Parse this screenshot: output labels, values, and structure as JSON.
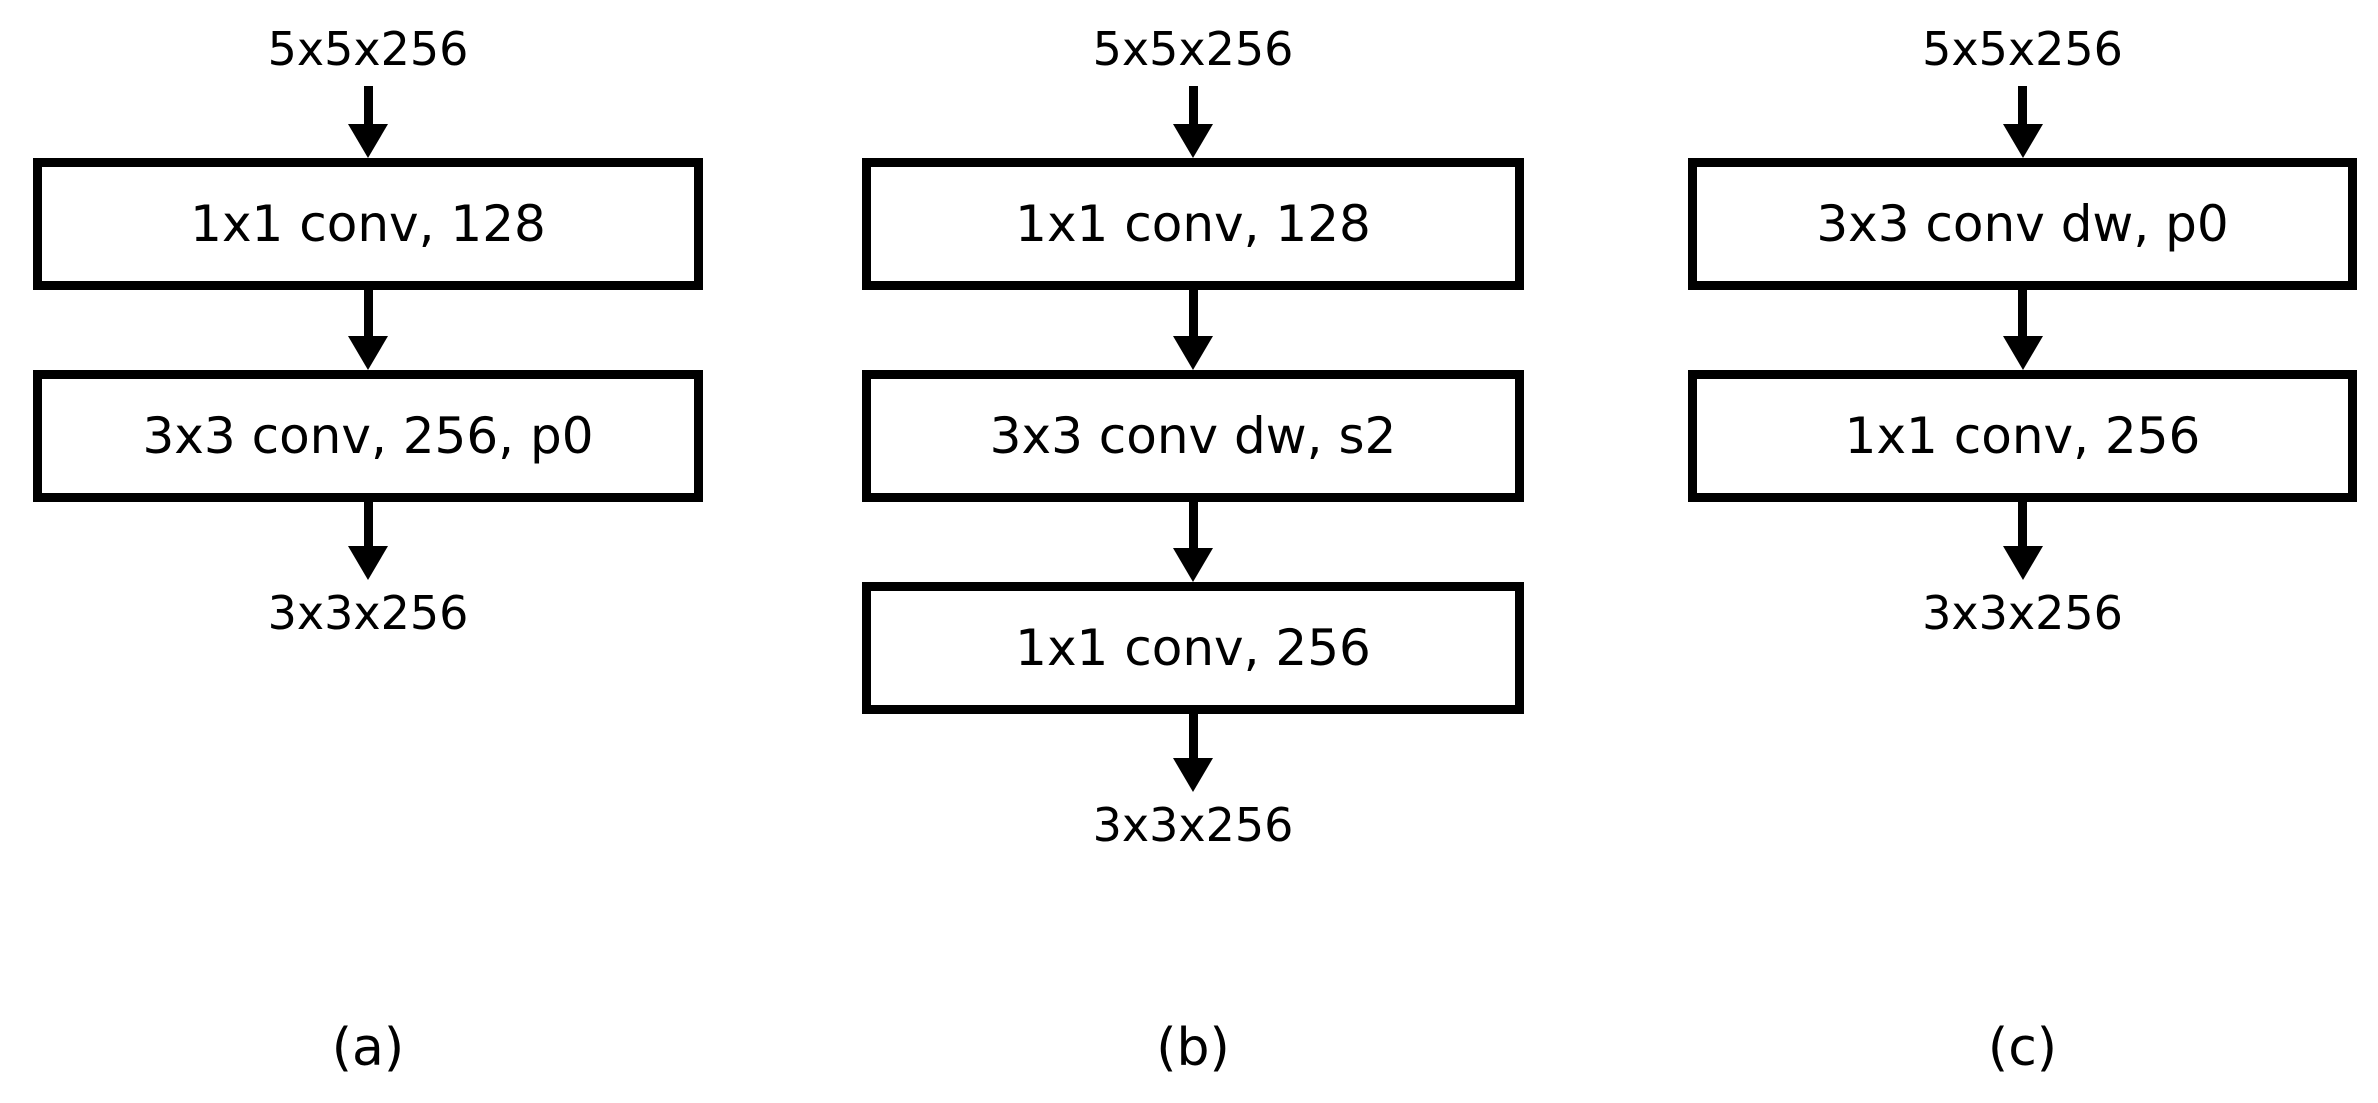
{
  "figure": {
    "background_color": "#ffffff",
    "stroke_color": "#000000",
    "panels": [
      {
        "caption": "(a)",
        "input_label": "5x5x256",
        "output_label": "3x3x256",
        "blocks": [
          {
            "label": "1x1 conv, 128"
          },
          {
            "label": "3x3 conv, 256, p0"
          }
        ]
      },
      {
        "caption": "(b)",
        "input_label": "5x5x256",
        "output_label": "3x3x256",
        "blocks": [
          {
            "label": "1x1 conv, 128"
          },
          {
            "label": "3x3 conv dw, s2"
          },
          {
            "label": "1x1 conv, 256"
          }
        ]
      },
      {
        "caption": "(c)",
        "input_label": "5x5x256",
        "output_label": "3x3x256",
        "blocks": [
          {
            "label": "3x3 conv dw, p0"
          },
          {
            "label": "1x1 conv, 256"
          }
        ]
      }
    ]
  }
}
